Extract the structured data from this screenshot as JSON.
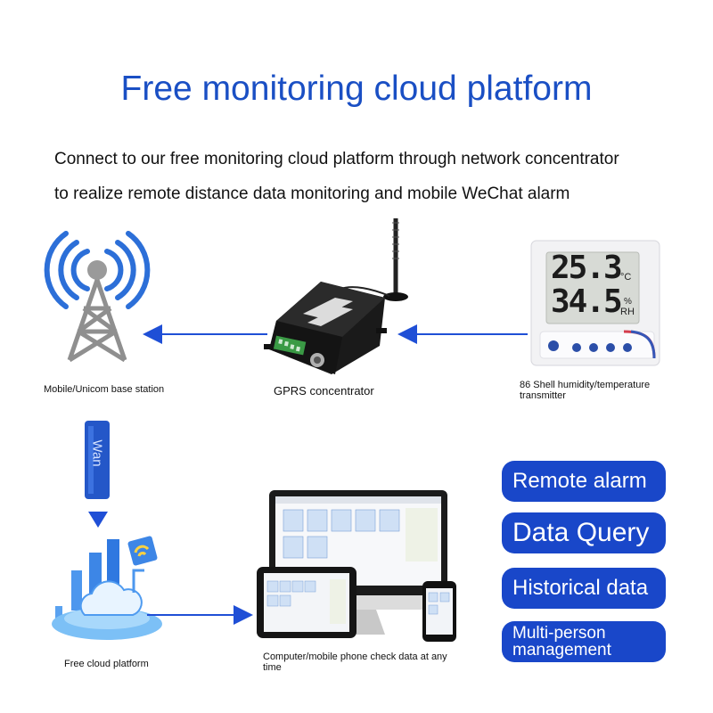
{
  "header": {
    "title": "Free monitoring cloud platform",
    "subtitle_line1": "Connect to our free monitoring cloud platform through network concentrator",
    "subtitle_line2": "to realize remote distance data monitoring and mobile WeChat alarm"
  },
  "nodes": {
    "base_station": "Mobile/Unicom base station",
    "concentrator": "GPRS concentrator",
    "transmitter_line1": "86 Shell humidity/temperature",
    "transmitter_line2": "transmitter",
    "cloud": "Free cloud platform",
    "devices_line1": "Computer/mobile phone check data at any",
    "devices_line2": "time"
  },
  "transmitter_display": {
    "temperature": "25.3",
    "temperature_unit": "°C",
    "humidity": "34.5",
    "humidity_unit_top": "%",
    "humidity_unit_bottom": "RH"
  },
  "link_label": "Wan",
  "features": [
    {
      "label": "Remote alarm"
    },
    {
      "label": "Data Query"
    },
    {
      "label": "Historical data"
    },
    {
      "label": "Multi-person management"
    }
  ],
  "colors": {
    "accent": "#1947c9",
    "title": "#1a4fc4",
    "arrow": "#1f4fd6"
  }
}
